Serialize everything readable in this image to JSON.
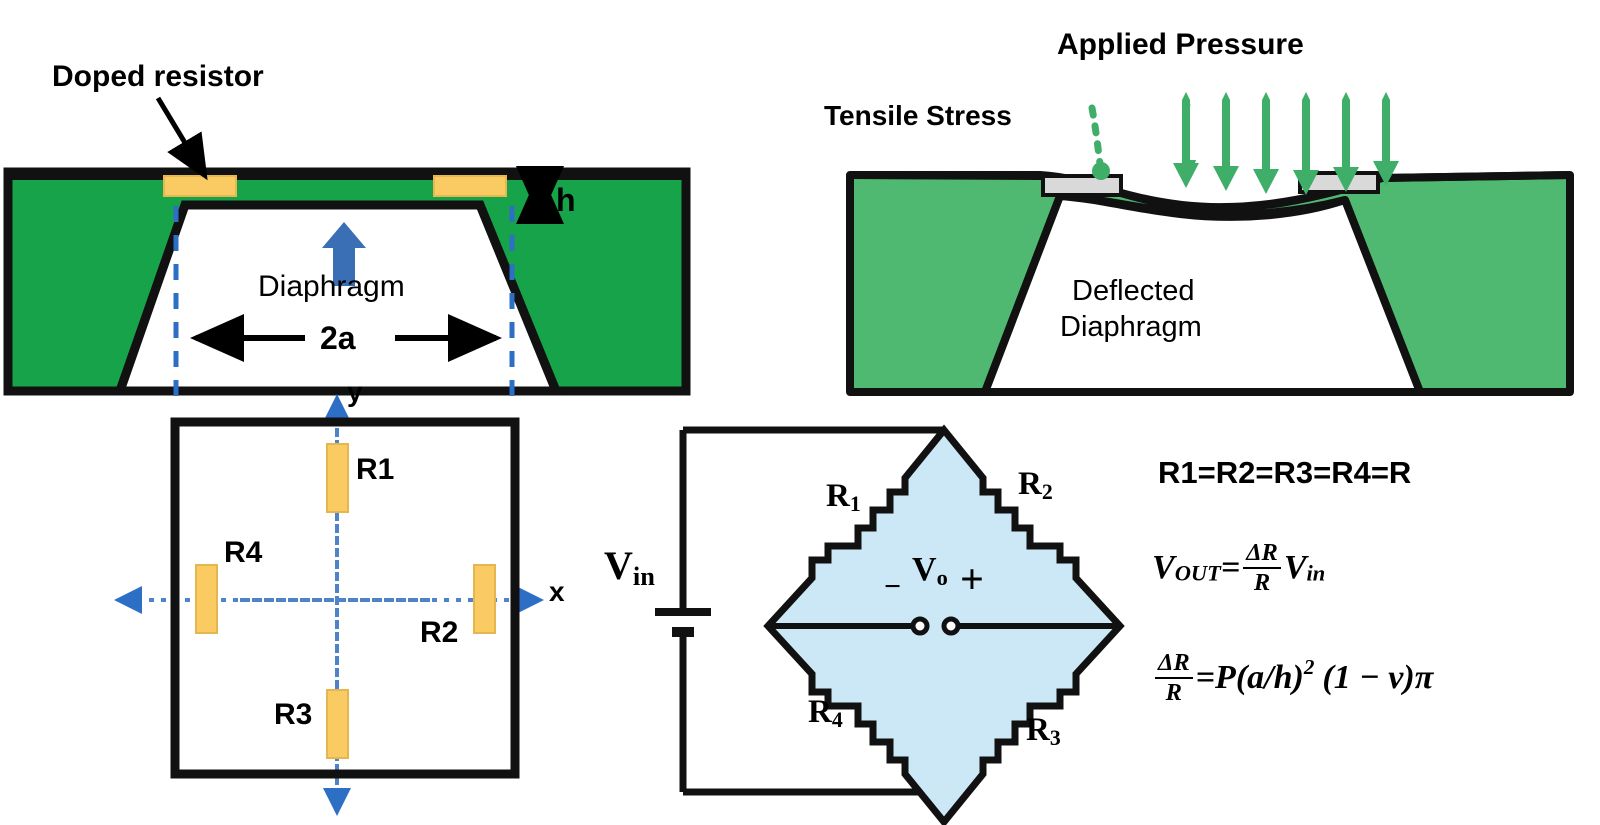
{
  "figure": {
    "title": "Piezoresistive MEMS pressure sensor schematic",
    "colors": {
      "silicon_green_dark": "#16A34A",
      "silicon_green_light": "#4FB972",
      "doped_resistor_yellow": "#FBCB63",
      "metal_pad_gray": "#D9D9D9",
      "axis_blue": "#2E6FC6",
      "arrow_blue": "#3B6FB5",
      "pressure_green": "#3FAE68",
      "bridge_fill_blue": "#CCE8F7",
      "outline_black": "#111111"
    }
  },
  "panel_cross_section": {
    "label_doped_resistor": "Doped resistor",
    "label_diaphragm": "Diaphragm",
    "label_width": "2a",
    "label_thickness": "h"
  },
  "panel_deflected": {
    "label_applied_pressure": "Applied Pressure",
    "label_tensile_stress": "Tensile Stress",
    "label_deflected_line1": "Deflected",
    "label_deflected_line2": "Diaphragm",
    "pressure_arrow_count": 6
  },
  "panel_top_view": {
    "axis_x": "x",
    "axis_y": "y",
    "resistors": [
      {
        "id": "R1",
        "label": "R1",
        "orientation": "vertical",
        "position": "top"
      },
      {
        "id": "R2",
        "label": "R2",
        "orientation": "vertical",
        "position": "right"
      },
      {
        "id": "R3",
        "label": "R3",
        "orientation": "vertical",
        "position": "bottom"
      },
      {
        "id": "R4",
        "label": "R4",
        "orientation": "vertical",
        "position": "left"
      }
    ]
  },
  "panel_bridge": {
    "source_label": "V",
    "source_sub": "in",
    "output_label": "V",
    "output_sub": "o",
    "polarity_minus": "−",
    "polarity_plus": "+",
    "arms": [
      {
        "id": "R1",
        "label": "R",
        "sub": "1",
        "side": "top-left"
      },
      {
        "id": "R2",
        "label": "R",
        "sub": "2",
        "side": "top-right"
      },
      {
        "id": "R3",
        "label": "R",
        "sub": "3",
        "side": "bottom-right"
      },
      {
        "id": "R4",
        "label": "R",
        "sub": "4",
        "side": "bottom-left"
      }
    ]
  },
  "equations": {
    "eq_equality": "R1=R2=R3=R4=R",
    "eq_vout": {
      "lhs_var": "V",
      "lhs_sub": "OUT",
      "eq": "=",
      "frac_num": "ΔR",
      "frac_den": "R",
      "rhs_var": "V",
      "rhs_sub": "in"
    },
    "eq_dr": {
      "frac_num": "ΔR",
      "frac_den": "R",
      "eq": "=",
      "rhs": "P(a/h)",
      "exp": "2",
      "tail": "(1 − ν)π"
    }
  }
}
